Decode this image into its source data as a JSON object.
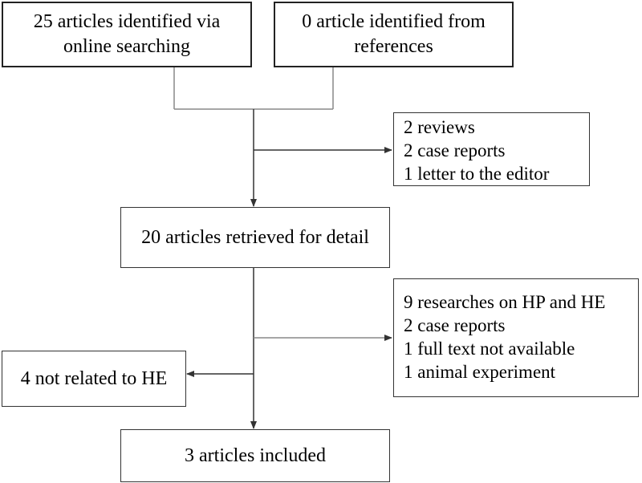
{
  "flow": {
    "box_online_search": {
      "line1": "25 articles identified via",
      "line2": "online searching"
    },
    "box_references": {
      "line1": "0 article identified from",
      "line2": "references"
    },
    "exclusion_1": [
      "2 reviews",
      "2 case reports",
      "1 letter to the editor"
    ],
    "box_retrieved": "20 articles retrieved for detail",
    "exclusion_2": [
      "9 researches on HP and HE",
      "2 case reports",
      "1 full text not available",
      "1 animal experiment"
    ],
    "box_not_related": "4 not related to HE",
    "box_included": "3 articles included"
  }
}
